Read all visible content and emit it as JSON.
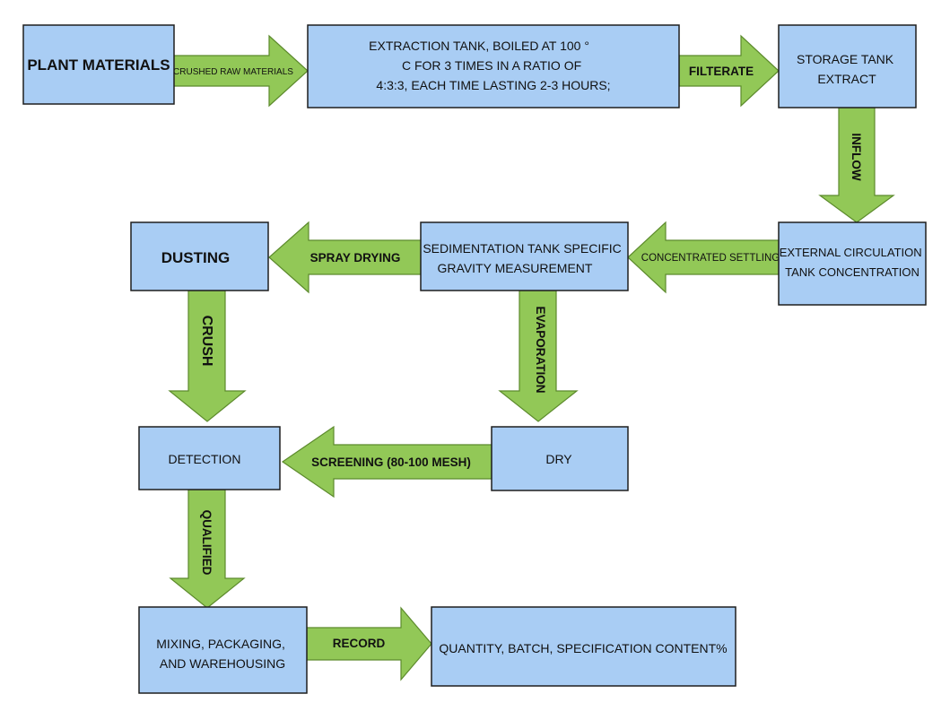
{
  "colors": {
    "box_fill": "#a9cdf4",
    "arrow_fill": "#92c857",
    "border": "#1e1e1e"
  },
  "nodes": {
    "plant_materials": {
      "lines": [
        "PLANT MATERIALS"
      ]
    },
    "extraction_tank": {
      "lines": [
        "EXTRACTION TANK, BOILED AT 100 °",
        "C FOR 3 TIMES IN A RATIO OF",
        "4:3:3, EACH TIME LASTING 2-3 HOURS;"
      ]
    },
    "storage_tank": {
      "lines": [
        "STORAGE TANK",
        "EXTRACT"
      ]
    },
    "external_circulation": {
      "lines": [
        "EXTERNAL CIRCULATION",
        "TANK CONCENTRATION"
      ]
    },
    "sedimentation_tank": {
      "lines": [
        "SEDIMENTATION TANK SPECIFIC",
        "GRAVITY MEASUREMENT"
      ]
    },
    "dusting": {
      "lines": [
        "DUSTING"
      ]
    },
    "dry": {
      "lines": [
        "DRY"
      ]
    },
    "detection": {
      "lines": [
        "DETECTION"
      ]
    },
    "mixing_packaging": {
      "lines": [
        "MIXING, PACKAGING,",
        "AND WAREHOUSING"
      ]
    },
    "quantity_batch": {
      "lines": [
        "QUANTITY, BATCH, SPECIFICATION CONTENT%"
      ]
    }
  },
  "arrows": {
    "crushed_raw_materials": "CRUSHED RAW MATERIALS",
    "filterate": "FILTERATE",
    "inflow": "INFLOW",
    "concentrated_settling": "CONCENTRATED SETTLING",
    "spray_drying": "SPRAY DRYING",
    "evaporation": "EVAPORATION",
    "crush": "CRUSH",
    "screening": "SCREENING (80-100 MESH)",
    "qualified": "QUALIFIED",
    "record": "RECORD"
  }
}
